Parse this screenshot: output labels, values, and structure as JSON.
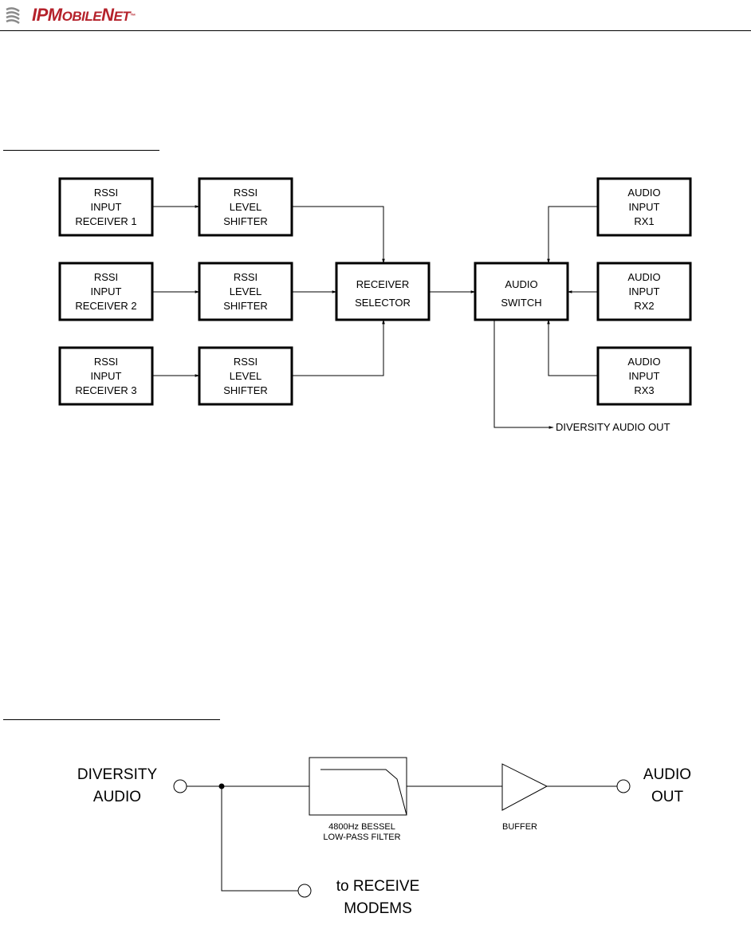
{
  "header": {
    "logo_text_a": "IP",
    "logo_text_b": "M",
    "logo_text_c": "OBILE",
    "logo_text_d": "N",
    "logo_text_e": "ET",
    "logo_tm": "™",
    "brand_color": "#b5222b"
  },
  "diagram1": {
    "rssi_input_1": [
      "RSSI",
      "INPUT",
      "RECEIVER 1"
    ],
    "rssi_input_2": [
      "RSSI",
      "INPUT",
      "RECEIVER 2"
    ],
    "rssi_input_3": [
      "RSSI",
      "INPUT",
      "RECEIVER 3"
    ],
    "level_shifter": [
      "RSSI",
      "LEVEL",
      "SHIFTER"
    ],
    "receiver_selector": [
      "RECEIVER",
      "SELECTOR"
    ],
    "audio_switch": [
      "AUDIO",
      "SWITCH"
    ],
    "audio_input_1": [
      "AUDIO",
      "INPUT",
      "RX1"
    ],
    "audio_input_2": [
      "AUDIO",
      "INPUT",
      "RX2"
    ],
    "audio_input_3": [
      "AUDIO",
      "INPUT",
      "RX3"
    ],
    "diversity_out": "DIVERSITY AUDIO OUT"
  },
  "diagram2": {
    "diversity_audio": [
      "DIVERSITY",
      "AUDIO"
    ],
    "audio_out": [
      "AUDIO",
      "OUT"
    ],
    "filter_label": [
      "4800Hz BESSEL",
      "LOW-PASS FILTER"
    ],
    "buffer_label": "BUFFER",
    "to_receive": [
      "to RECEIVE",
      "MODEMS"
    ]
  }
}
